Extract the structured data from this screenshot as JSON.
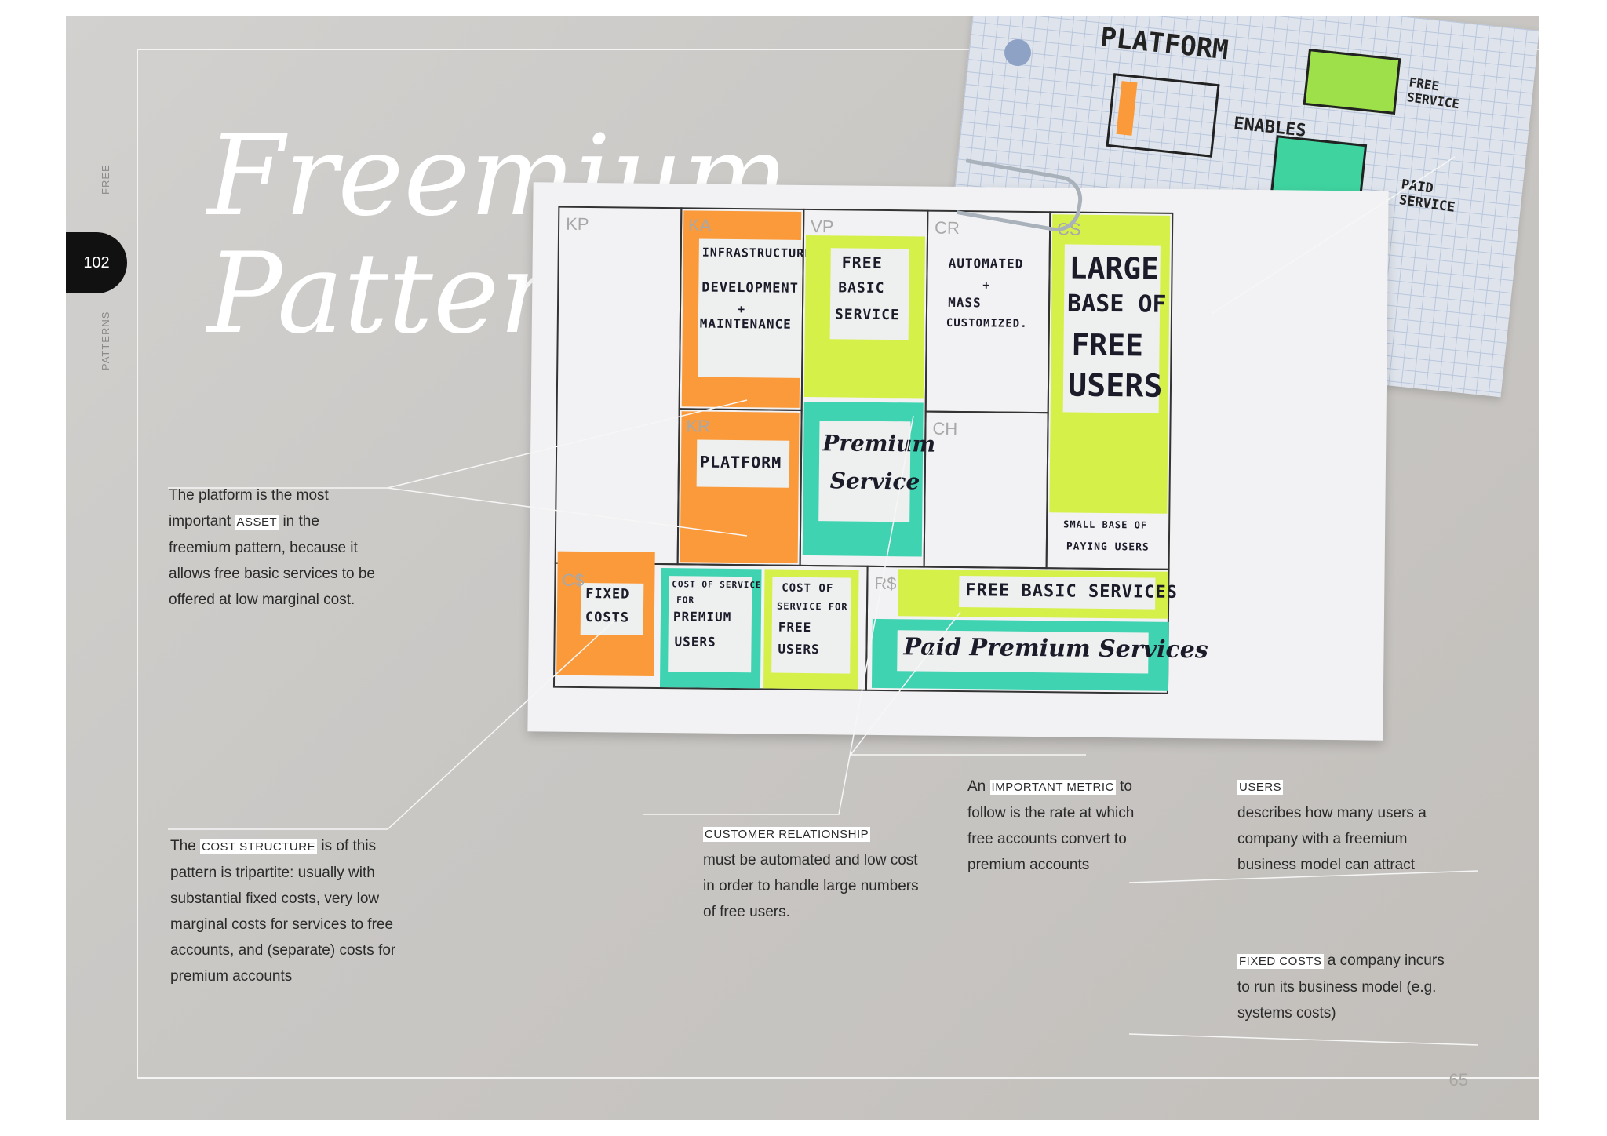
{
  "sidebar": {
    "section_top": "FREE",
    "page_badge": "102",
    "section_bottom": "PATTERNS"
  },
  "title": {
    "line1": "Freemium",
    "line2": "Pattern"
  },
  "grid_card": {
    "heading": "PLATFORM",
    "enables": "ENABLES",
    "free_service": "FREE SERVICE",
    "paid_service": "PAID SERVICE"
  },
  "canvas": {
    "labels": {
      "kp": "KP",
      "ka": "KA",
      "kr": "KR",
      "vp": "VP",
      "cr": "CR",
      "ch": "CH",
      "cs": "CS",
      "c": "C$",
      "r": "R$"
    },
    "ka_text": [
      "INFRASTRUCTURE",
      "DEVELOPMENT",
      "+",
      "MAINTENANCE"
    ],
    "kr_text": "PLATFORM",
    "vp_free": [
      "FREE",
      "BASIC",
      "SERVICE"
    ],
    "vp_premium": [
      "Premium",
      "Service"
    ],
    "cr_text": [
      "AUTOMATED",
      "+",
      "MASS",
      "CUSTOMIZED."
    ],
    "cs_main": [
      "LARGE",
      "BASE OF",
      "FREE",
      "USERS"
    ],
    "cs_sub": [
      "SMALL BASE OF",
      "PAYING USERS"
    ],
    "cost_fixed": [
      "FIXED",
      "COSTS"
    ],
    "cost_premium": [
      "COST OF SERVICE",
      "FOR",
      "PREMIUM",
      "USERS"
    ],
    "cost_free": [
      "COST OF",
      "SERVICE FOR",
      "FREE",
      "USERS"
    ],
    "rev_free": "FREE BASIC SERVICES",
    "rev_paid": "Paid Premium Services"
  },
  "annotations": {
    "platform": {
      "before": "The platform is the most important ",
      "highlight": "ASSET",
      "after": " in the freemium pattern, because it allows free basic services to be offered at low marginal cost."
    },
    "cost": {
      "before": "The ",
      "highlight": "COST STRUCTURE",
      "after": " is of this pattern is tripartite: usually with substantial fixed costs, very low marginal costs for services to free accounts, and (separate) costs for premium accounts"
    },
    "customer": {
      "highlight": "CUSTOMER RELATIONSHIP",
      "after": "must be automated and low cost in order to handle large numbers of free users."
    },
    "metric": {
      "before": "An ",
      "highlight": "IMPORTANT METRIC",
      "after": " to follow is the rate at which free accounts convert to premium accounts"
    },
    "users": {
      "highlight": "USERS",
      "after": "describes how many users a company with a freemium business model can attract"
    },
    "fixed": {
      "highlight": "FIXED COSTS",
      "after": " a company incurs to run its business model (e.g. systems costs)"
    }
  },
  "footer": {
    "page_number": "65"
  }
}
